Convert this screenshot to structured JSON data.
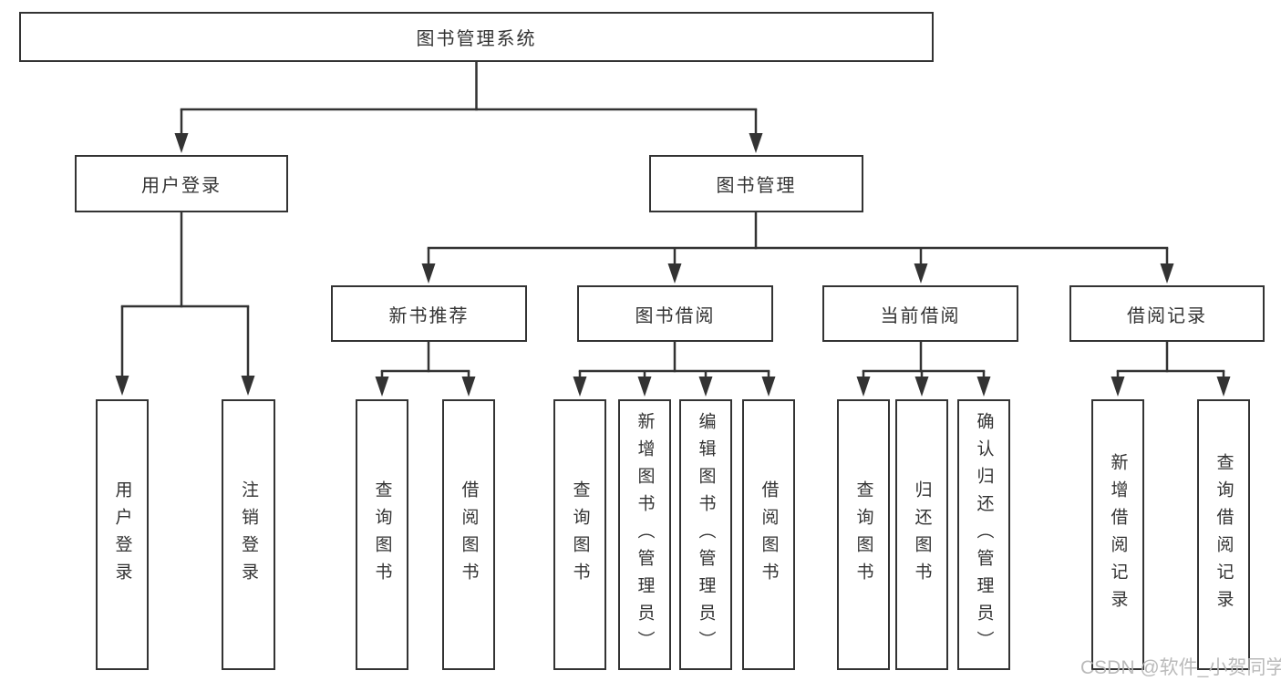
{
  "diagram": {
    "title": "图书管理系统",
    "level2": {
      "user_login": "用户登录",
      "book_management": "图书管理"
    },
    "level3": {
      "new_book_recommend": "新书推荐",
      "book_borrow": "图书借阅",
      "current_borrow": "当前借阅",
      "borrow_records": "借阅记录"
    },
    "leaves": {
      "user_login_1": "用户登录",
      "user_login_2": "注销登录",
      "new_book_1": "查询图书",
      "new_book_2": "借阅图书",
      "book_borrow_1": "查询图书",
      "book_borrow_2": "新增图书（管理员）",
      "book_borrow_3": "编辑图书（管理员）",
      "book_borrow_4": "借阅图书",
      "current_borrow_1": "查询图书",
      "current_borrow_2": "归还图书",
      "current_borrow_3": "确认归还（管理员）",
      "borrow_records_1": "新增借阅记录",
      "borrow_records_2": "查询借阅记录"
    },
    "colors": {
      "line": "#333333",
      "text": "#333333",
      "watermark": "#b6b6b6",
      "background": "#ffffff"
    }
  },
  "watermark": "CSDN @软件_小贺同学"
}
